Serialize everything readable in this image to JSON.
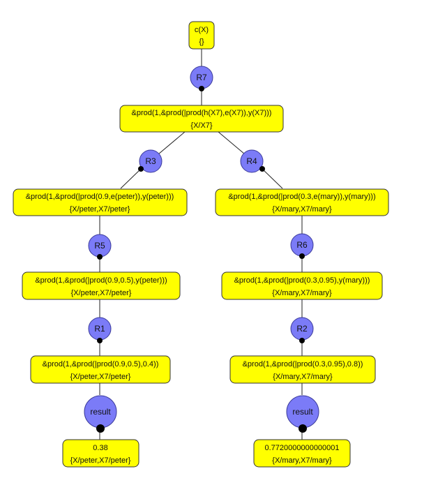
{
  "colors": {
    "node_fill": "#ffff00",
    "rule_fill": "#7b7bf7",
    "edge": "#222222"
  },
  "nodes": {
    "root": {
      "line1": "c(X)",
      "line2": "{}"
    },
    "n_top": {
      "line1": "&prod(1,&prod(|prod(h(X7),e(X7)),y(X7)))",
      "line2": "{X/X7}"
    },
    "n_l1": {
      "line1": "&prod(1,&prod(|prod(0.9,e(peter)),y(peter)))",
      "line2": "{X/peter,X7/peter}"
    },
    "n_r1": {
      "line1": "&prod(1,&prod(|prod(0.3,e(mary)),y(mary)))",
      "line2": "{X/mary,X7/mary}"
    },
    "n_l2": {
      "line1": "&prod(1,&prod(|prod(0.9,0.5),y(peter)))",
      "line2": "{X/peter,X7/peter}"
    },
    "n_r2": {
      "line1": "&prod(1,&prod(|prod(0.3,0.95),y(mary)))",
      "line2": "{X/mary,X7/mary}"
    },
    "n_l3": {
      "line1": "&prod(1,&prod(|prod(0.9,0.5),0.4))",
      "line2": "{X/peter,X7/peter}"
    },
    "n_r3": {
      "line1": "&prod(1,&prod(|prod(0.3,0.95),0.8))",
      "line2": "{X/mary,X7/mary}"
    },
    "res_l": {
      "line1": "0.38",
      "line2": "{X/peter,X7/peter}"
    },
    "res_r": {
      "line1": "0.7720000000000001",
      "line2": "{X/mary,X7/mary}"
    }
  },
  "rules": {
    "R7": "R7",
    "R3": "R3",
    "R4": "R4",
    "R5": "R5",
    "R6": "R6",
    "R1": "R1",
    "R2": "R2",
    "result_l": "result",
    "result_r": "result"
  }
}
